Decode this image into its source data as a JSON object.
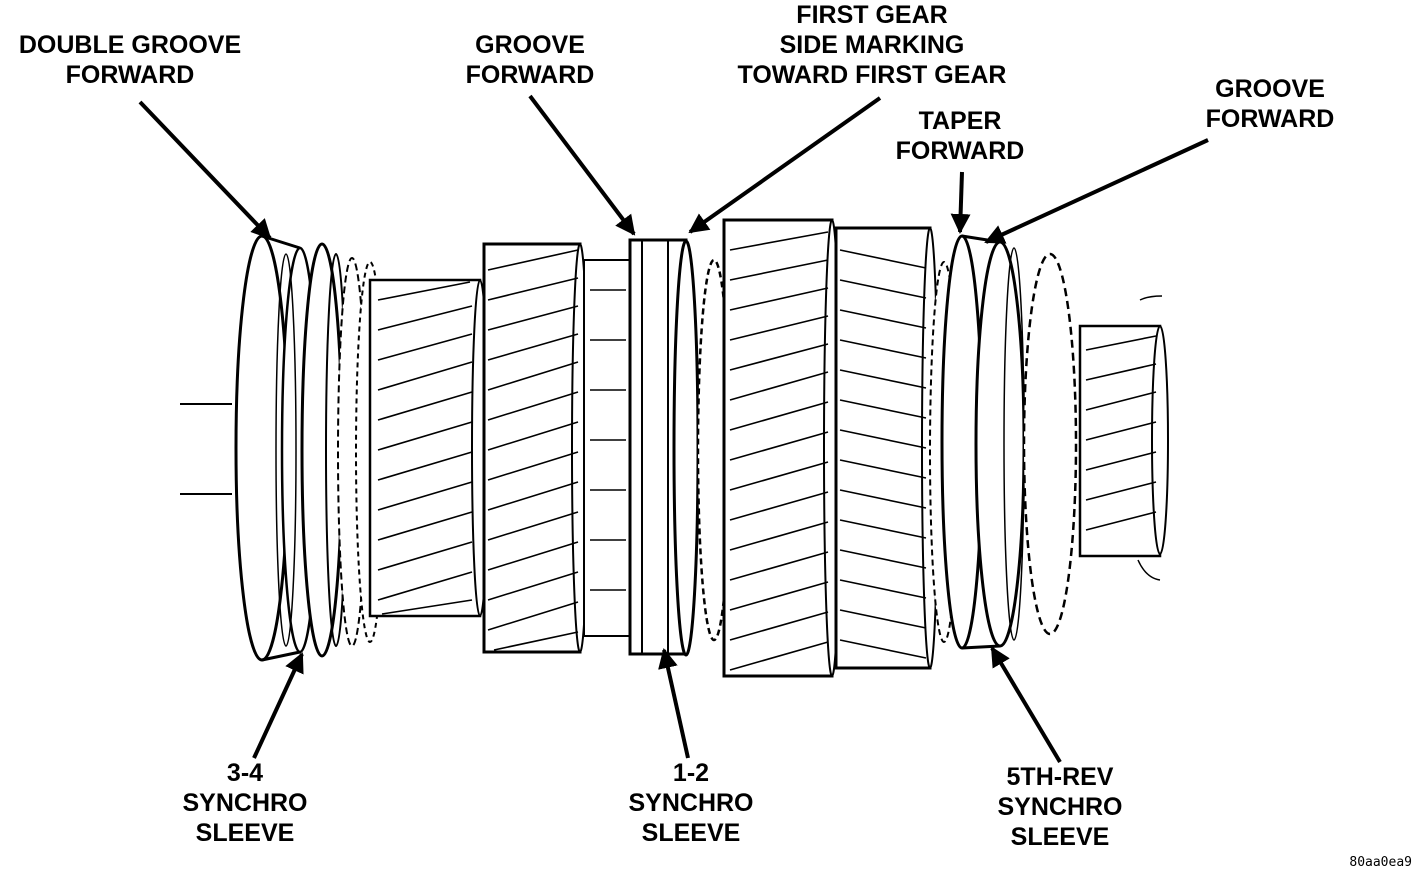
{
  "labels": {
    "double_groove_forward": [
      "DOUBLE GROOVE",
      "FORWARD"
    ],
    "groove_forward_center": [
      "GROOVE",
      "FORWARD"
    ],
    "first_gear_side_marking": [
      "FIRST GEAR",
      "SIDE MARKING",
      "TOWARD FIRST GEAR"
    ],
    "taper_forward": [
      "TAPER",
      "FORWARD"
    ],
    "groove_forward_right": [
      "GROOVE",
      "FORWARD"
    ],
    "synchro_3_4": [
      "3-4",
      "SYNCHRO",
      "SLEEVE"
    ],
    "synchro_1_2": [
      "1-2",
      "SYNCHRO",
      "SLEEVE"
    ],
    "synchro_5th_rev": [
      "5TH-REV",
      "SYNCHRO",
      "SLEEVE"
    ]
  },
  "figure_code": "80aa0ea9",
  "colors": {
    "ink": "#000000",
    "paper": "#ffffff"
  }
}
